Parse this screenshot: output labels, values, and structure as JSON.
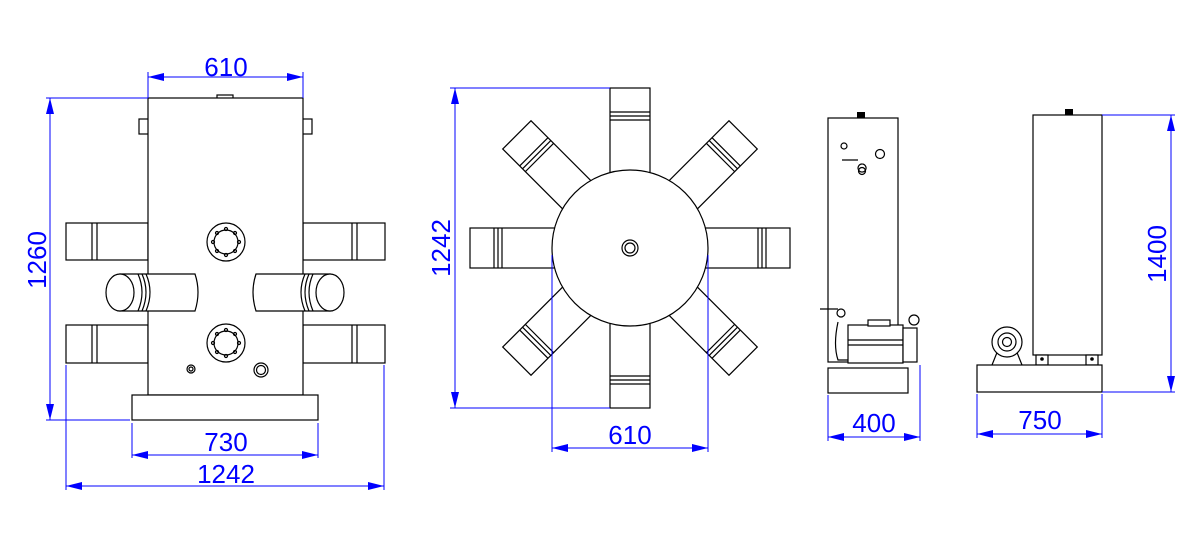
{
  "views": {
    "front": {
      "dim_top_width": "610",
      "dim_height": "1260",
      "dim_base_width": "730",
      "dim_overall_width": "1242"
    },
    "top": {
      "dim_height": "1242",
      "dim_width": "610"
    },
    "side": {
      "dim_width": "400"
    },
    "rear": {
      "dim_height": "1400",
      "dim_width": "750"
    }
  },
  "colors": {
    "dimension": "#0000ff",
    "outline": "#000000"
  }
}
